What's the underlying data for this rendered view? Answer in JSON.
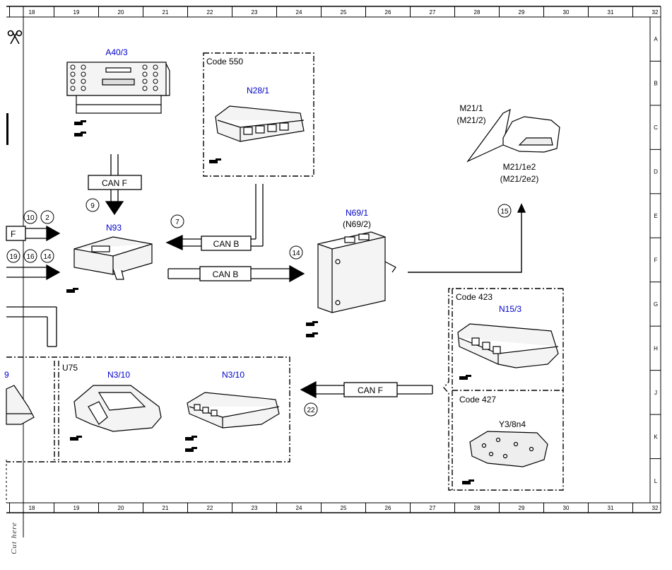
{
  "ruler": {
    "top_numbers": [
      "18",
      "19",
      "20",
      "21",
      "22",
      "23",
      "24",
      "25",
      "26",
      "27",
      "28",
      "29",
      "30",
      "31",
      "32"
    ],
    "side_letters": [
      "A",
      "B",
      "C",
      "D",
      "E",
      "F",
      "G",
      "H",
      "J",
      "K",
      "L"
    ]
  },
  "cut_label": "Cut here",
  "components": {
    "a40_3": "A40/3",
    "n28_1": "N28/1",
    "n93": "N93",
    "n69_1": "N69/1",
    "n69_2": "(N69/2)",
    "m21_1": "M21/1",
    "m21_2": "(M21/2)",
    "m21_1e2": "M21/1e2",
    "m21_2e2": "(M21/2e2)",
    "n15_3": "N15/3",
    "n3_10_a": "N3/10",
    "n3_10_b": "N3/10",
    "y3_8n4": "Y3/8n4",
    "cut_left": "9"
  },
  "code_boxes": {
    "code550": "Code 550",
    "code423": "Code 423",
    "code427": "Code 427",
    "u75": "U75"
  },
  "buses": {
    "can_f_top": "CAN F",
    "can_b_upper": "CAN B",
    "can_b_lower": "CAN B",
    "can_f_bottom": "CAN F",
    "f_left": "F"
  },
  "circles": {
    "c9": "9",
    "c10": "10",
    "c2": "2",
    "c7": "7",
    "c19": "19",
    "c16": "16",
    "c14a": "14",
    "c14b": "14",
    "c15": "15",
    "c22": "22"
  },
  "colors": {
    "component_label": "#0000cc",
    "line": "#000000"
  }
}
